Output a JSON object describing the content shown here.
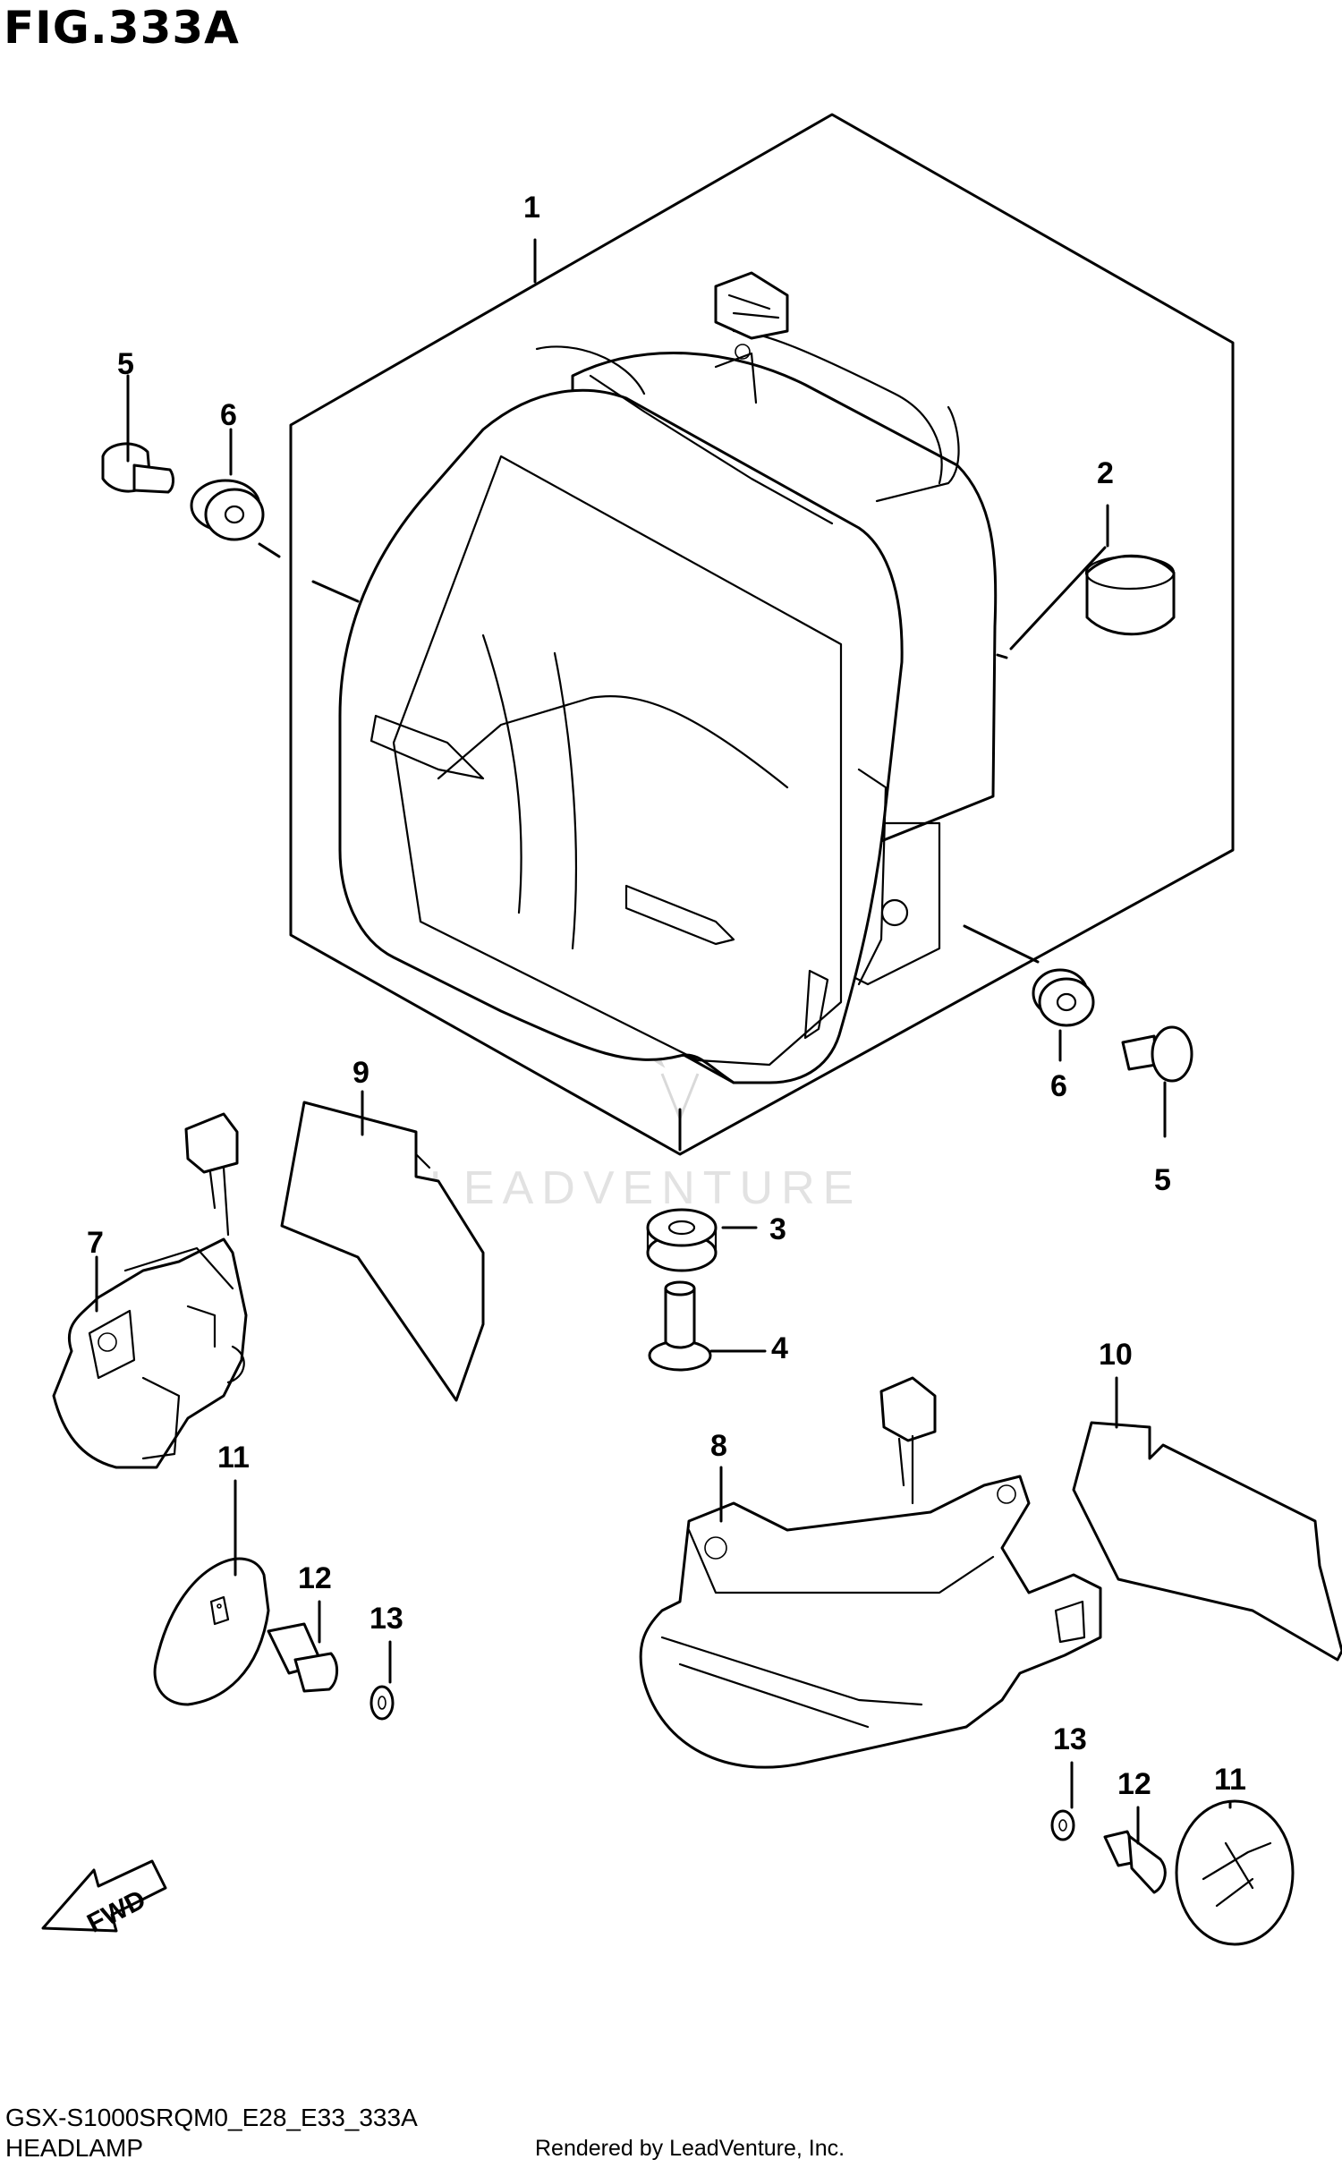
{
  "figure": {
    "title": "FIG.333A"
  },
  "footer": {
    "model_code": "GSX-S1000SRQM0_E28_E33_333A",
    "section_name": "HEADLAMP",
    "credit": "Rendered by LeadVenture, Inc."
  },
  "watermark": {
    "text": "LEADVENTURE"
  },
  "fwd_arrow": {
    "label": "FWD"
  },
  "callouts": [
    {
      "id": "c1",
      "number": "1"
    },
    {
      "id": "c2",
      "number": "2"
    },
    {
      "id": "c3",
      "number": "3"
    },
    {
      "id": "c4",
      "number": "4"
    },
    {
      "id": "c5a",
      "number": "5"
    },
    {
      "id": "c5b",
      "number": "5"
    },
    {
      "id": "c6a",
      "number": "6"
    },
    {
      "id": "c6b",
      "number": "6"
    },
    {
      "id": "c7",
      "number": "7"
    },
    {
      "id": "c8",
      "number": "8"
    },
    {
      "id": "c9",
      "number": "9"
    },
    {
      "id": "c10",
      "number": "10"
    },
    {
      "id": "c11a",
      "number": "11"
    },
    {
      "id": "c11b",
      "number": "11"
    },
    {
      "id": "c12a",
      "number": "12"
    },
    {
      "id": "c12b",
      "number": "12"
    },
    {
      "id": "c13a",
      "number": "13"
    },
    {
      "id": "c13b",
      "number": "13"
    }
  ],
  "colors": {
    "line": "#000000",
    "background": "#ffffff",
    "watermark": "#d9d9d9"
  }
}
